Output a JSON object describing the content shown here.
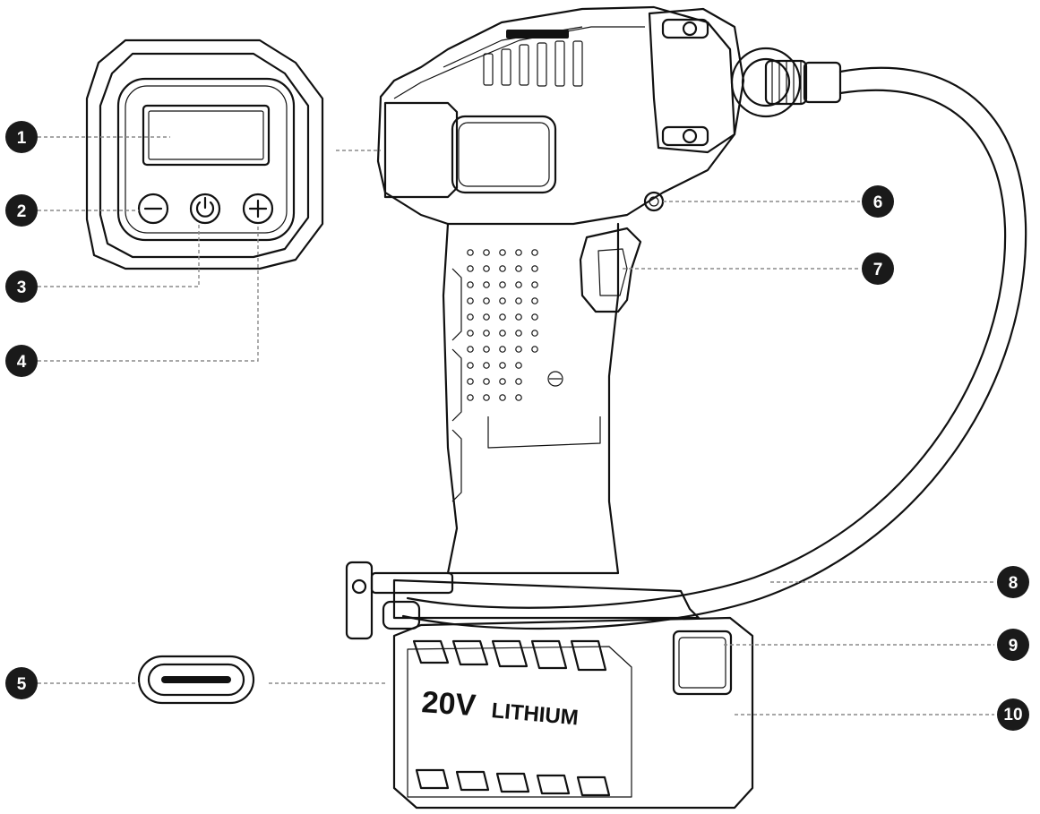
{
  "callouts": [
    "1",
    "2",
    "3",
    "4",
    "5",
    "6",
    "7",
    "8",
    "9",
    "10"
  ],
  "battery": {
    "voltage": "20V",
    "label": "LITHIUM"
  },
  "icons": {
    "minus": "minus-button-icon",
    "power": "power-button-icon",
    "plus": "plus-button-icon",
    "usb": "usb-c-port-icon"
  },
  "colors": {
    "line_art": "#111111",
    "callout": "#1a1a1a",
    "leader": "#8a8a8a"
  }
}
